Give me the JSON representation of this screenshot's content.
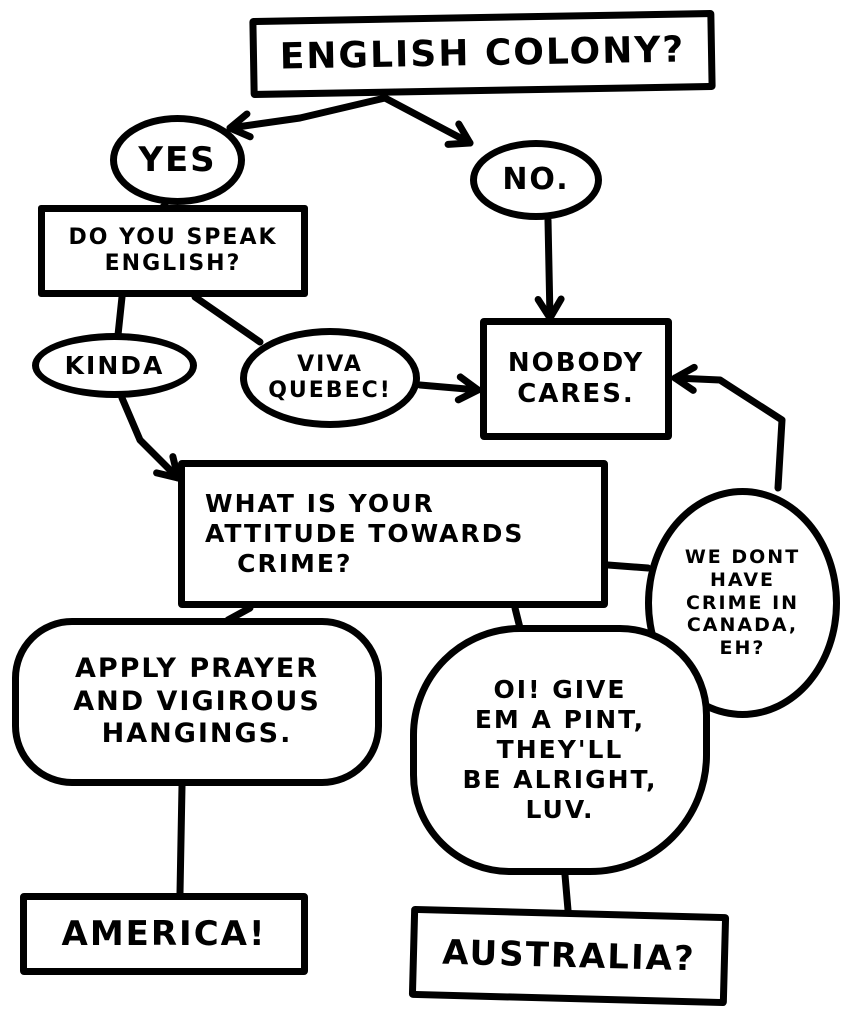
{
  "nodes": {
    "english_colony": "ENGLISH COLONY?",
    "yes": "YES",
    "no": "NO.",
    "speak_english": [
      "DO YOU SPEAK",
      "ENGLISH?"
    ],
    "kinda": "KINDA",
    "viva_quebec": [
      "VIVA",
      "QUEBEC!"
    ],
    "nobody_cares": [
      "NOBODY",
      "CARES."
    ],
    "attitude_crime": [
      "WHAT IS YOUR",
      "ATTITUDE TOWARDS",
      "   CRIME?"
    ],
    "no_crime_canada": [
      "WE DONT",
      "HAVE",
      "CRIME IN",
      "CANADA,",
      "EH?"
    ],
    "prayer_hangings": [
      "APPLY PRAYER",
      "AND VIGIROUS",
      "HANGINGS."
    ],
    "give_em_a_pint": [
      "OI! GIVE",
      "EM A PINT,",
      "THEY'LL",
      "BE ALRIGHT,",
      "LUV."
    ],
    "america": "AMERICA!",
    "australia": "AUSTRALIA?"
  },
  "edges": [
    {
      "from": "english_colony",
      "to": "yes",
      "arrow": true
    },
    {
      "from": "english_colony",
      "to": "no",
      "arrow": true
    },
    {
      "from": "yes",
      "to": "speak_english",
      "arrow": false
    },
    {
      "from": "no",
      "to": "nobody_cares",
      "arrow": true
    },
    {
      "from": "speak_english",
      "to": "kinda",
      "arrow": false
    },
    {
      "from": "speak_english",
      "to": "viva_quebec",
      "arrow": false
    },
    {
      "from": "viva_quebec",
      "to": "nobody_cares",
      "arrow": true
    },
    {
      "from": "kinda",
      "to": "attitude_crime",
      "arrow": true
    },
    {
      "from": "attitude_crime",
      "to": "no_crime_canada",
      "arrow": false
    },
    {
      "from": "no_crime_canada",
      "to": "nobody_cares",
      "arrow": true
    },
    {
      "from": "attitude_crime",
      "to": "prayer_hangings",
      "arrow": false
    },
    {
      "from": "attitude_crime",
      "to": "give_em_a_pint",
      "arrow": false
    },
    {
      "from": "prayer_hangings",
      "to": "america",
      "arrow": false
    },
    {
      "from": "give_em_a_pint",
      "to": "australia",
      "arrow": false
    }
  ]
}
